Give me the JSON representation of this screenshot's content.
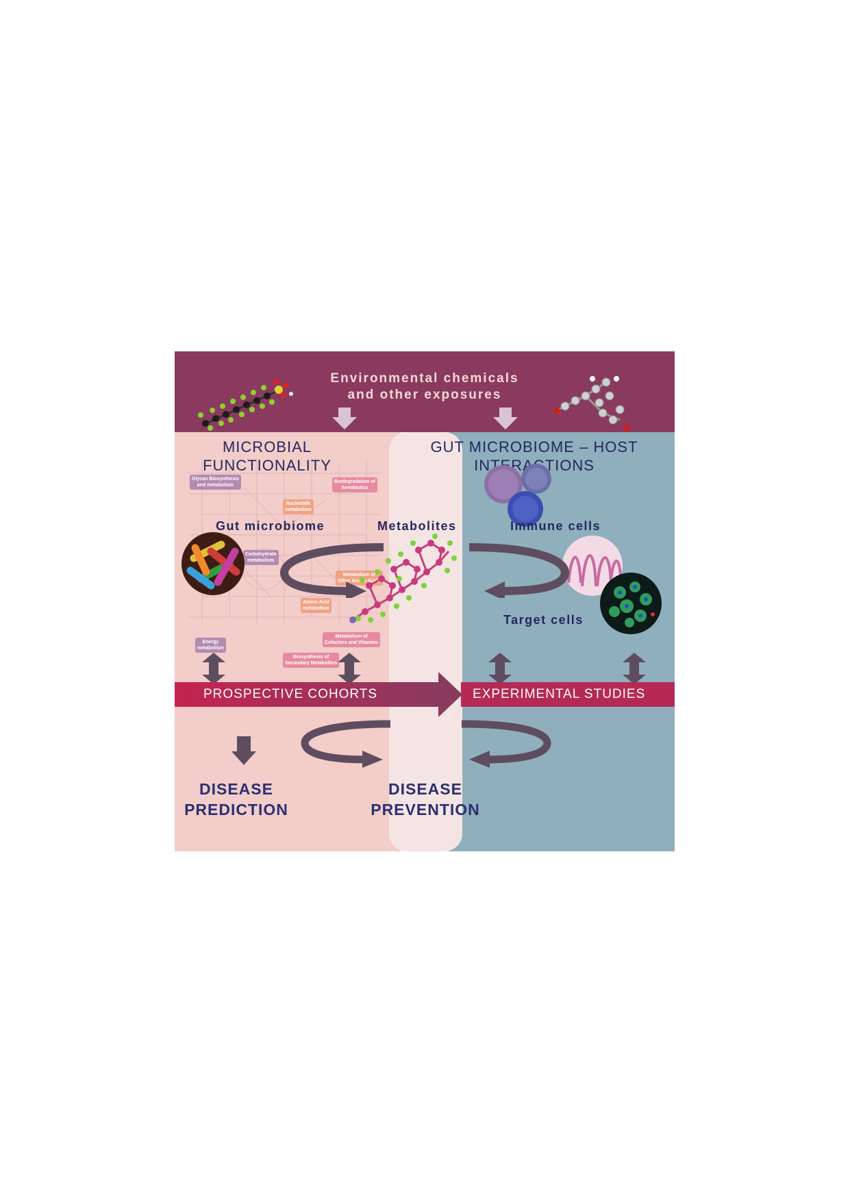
{
  "header": {
    "line1": "Environmental chemicals",
    "line2": "and other exposures"
  },
  "sections": {
    "left_line1": "MICROBIAL",
    "left_line2": "FUNCTIONALITY",
    "right_line1": "GUT MICROBIOME – HOST",
    "right_line2": "INTERACTIONS"
  },
  "labels": {
    "gut_microbiome": "Gut microbiome",
    "metabolites": "Metabolites",
    "immune_cells": "Immune cells",
    "target_cells": "Target cells"
  },
  "pathways": [
    {
      "line1": "Glycan Biosynthesis",
      "line2": "and metabolism",
      "color": "#b48ab0"
    },
    {
      "line1": "Biodegradation of",
      "line2": "Xenobiotics",
      "color": "#e68aa0"
    },
    {
      "line1": "Nucleotide",
      "line2": "metabolism",
      "color": "#f0a383"
    },
    {
      "line1": "Carbohydrate",
      "line2": "metabolism",
      "color": "#b48ab0"
    },
    {
      "line1": "Metabolism of",
      "line2": "Other Amino Acids",
      "color": "#f0a383"
    },
    {
      "line1": "Amino Acid",
      "line2": "metabolism",
      "color": "#f0a383"
    },
    {
      "line1": "Energy",
      "line2": "metabolism",
      "color": "#b48ab0"
    },
    {
      "line1": "Metabolism of",
      "line2": "Cofactors and Vitamins",
      "color": "#e68aa0"
    },
    {
      "line1": "Biosynthesis of",
      "line2": "Secondary Metabolites",
      "color": "#e68aa0"
    }
  ],
  "bands": {
    "left": "PROSPECTIVE COHORTS",
    "right": "EXPERIMENTAL STUDIES"
  },
  "outcomes": {
    "prediction_line1": "DISEASE",
    "prediction_line2": "PREDICTION",
    "prevention_line1": "DISEASE",
    "prevention_line2": "PREVENTION"
  },
  "colors": {
    "header_band": "#8a3a5f",
    "left_panel": "#f2cdc9",
    "right_panel": "#8fafbd",
    "middle_column": "#f4e5e4",
    "arrow": "#5e4d5f",
    "study_band": "#c22850",
    "text_navy": "#24275e"
  }
}
